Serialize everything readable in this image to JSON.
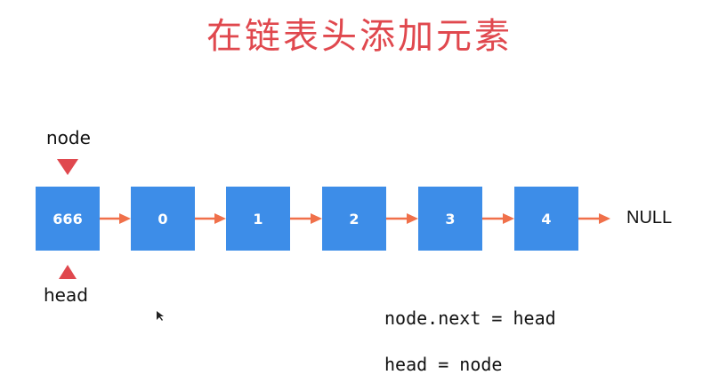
{
  "title": "在链表头添加元素",
  "pointers": {
    "node_label": "node",
    "head_label": "head"
  },
  "nodes": [
    "666",
    "0",
    "1",
    "2",
    "3",
    "4"
  ],
  "null_label": "NULL",
  "code": {
    "line1": "node.next = head",
    "line2": "head = node"
  },
  "colors": {
    "title": "#e0484e",
    "node_fill": "#3d8de8",
    "arrow": "#f0704a",
    "pointer": "#e0484e"
  }
}
